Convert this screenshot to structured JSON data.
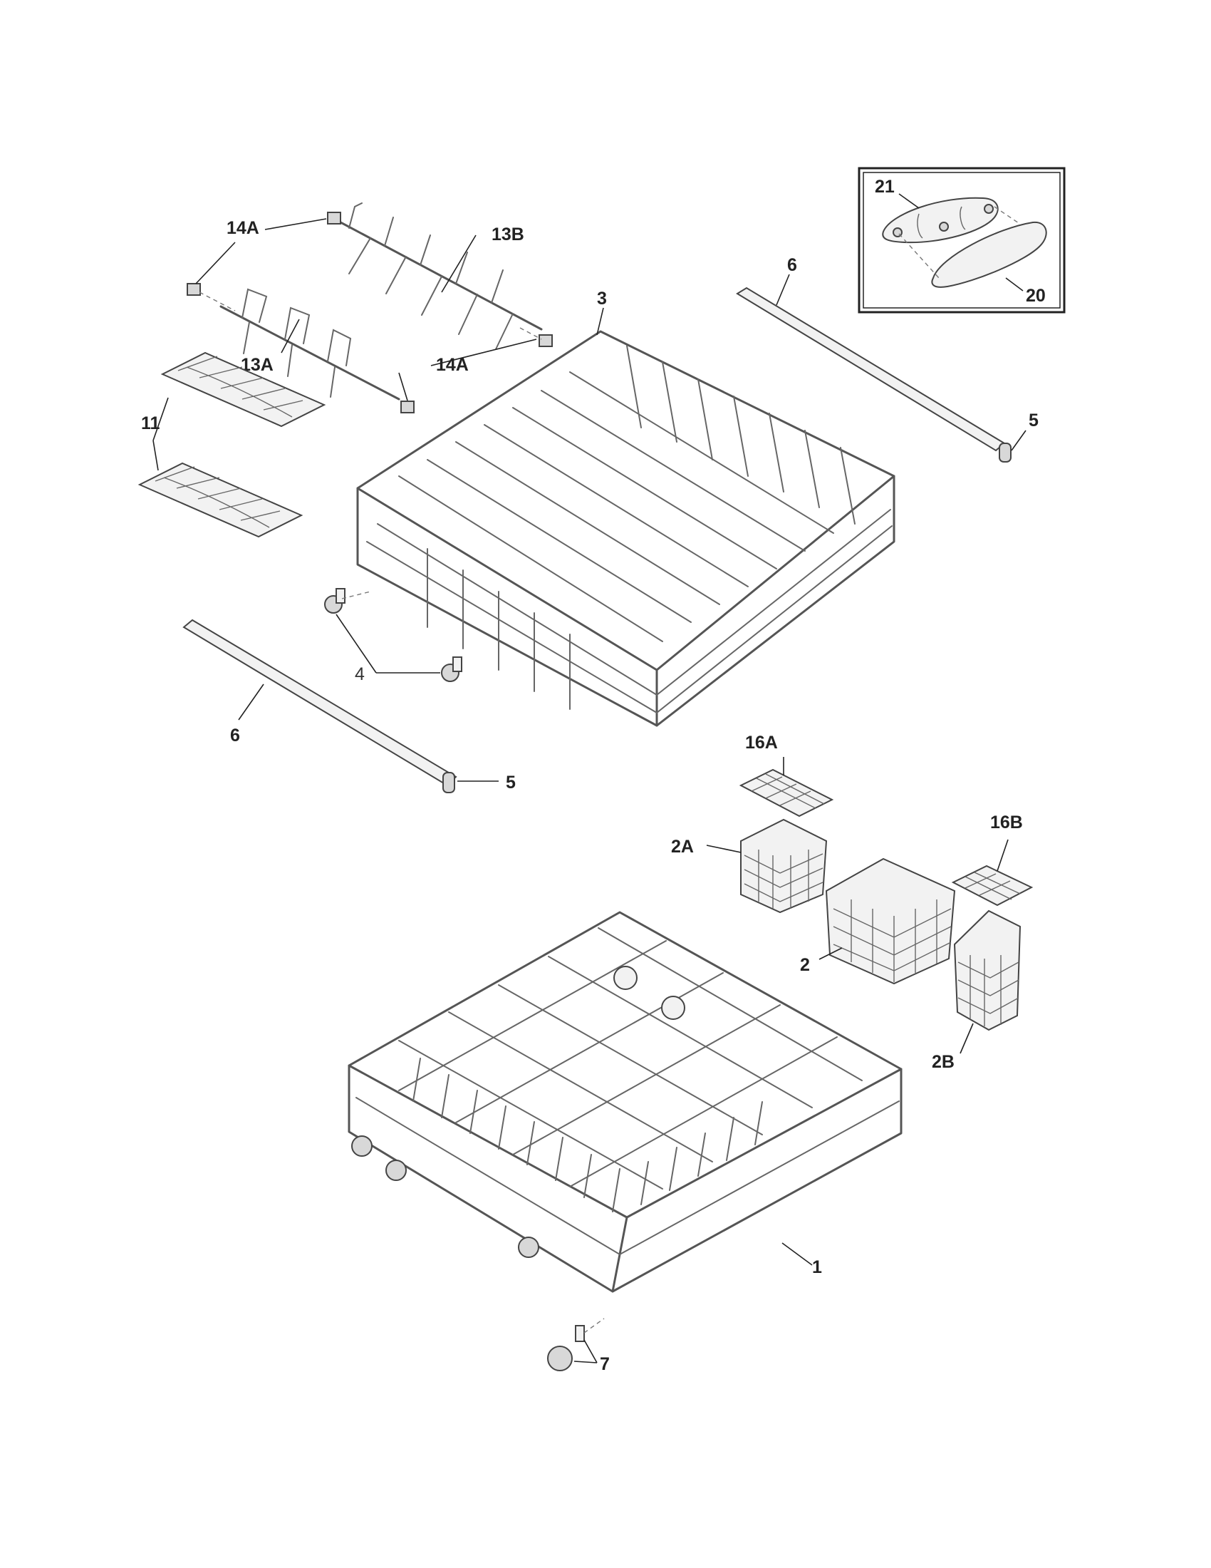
{
  "callouts": {
    "c21": "21",
    "c20": "20",
    "c14a_top": "14A",
    "c13b": "13B",
    "c3": "3",
    "c6_top": "6",
    "c13a": "13A",
    "c14a_mid": "14A",
    "c11": "11",
    "c5_right": "5",
    "c4": "4",
    "c6_bottom": "6",
    "c5_bottom": "5",
    "c16a": "16A",
    "c16b": "16B",
    "c2a": "2A",
    "c2": "2",
    "c2b": "2B",
    "c1": "1",
    "c7": "7"
  },
  "colors": {
    "line": "#444444",
    "fill": "#f2f2f2",
    "background": "#ffffff"
  }
}
